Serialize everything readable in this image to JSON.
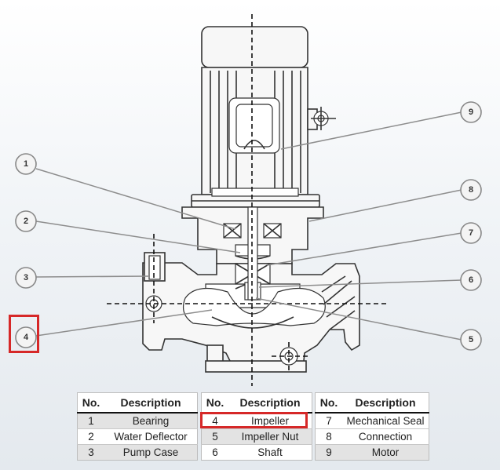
{
  "callouts": [
    {
      "number": "1"
    },
    {
      "number": "2"
    },
    {
      "number": "3"
    },
    {
      "number": "4"
    },
    {
      "number": "5"
    },
    {
      "number": "6"
    },
    {
      "number": "7"
    },
    {
      "number": "8"
    },
    {
      "number": "9"
    }
  ],
  "tables": [
    {
      "header_no": "No.",
      "header_desc": "Description",
      "rows": [
        {
          "no": "1",
          "desc": "Bearing"
        },
        {
          "no": "2",
          "desc": "Water Deflector"
        },
        {
          "no": "3",
          "desc": "Pump Case"
        }
      ]
    },
    {
      "header_no": "No.",
      "header_desc": "Description",
      "rows": [
        {
          "no": "4",
          "desc": "Impeller"
        },
        {
          "no": "5",
          "desc": "Impeller Nut"
        },
        {
          "no": "6",
          "desc": "Shaft"
        }
      ]
    },
    {
      "header_no": "No.",
      "header_desc": "Description",
      "rows": [
        {
          "no": "7",
          "desc": "Mechanical Seal"
        },
        {
          "no": "8",
          "desc": "Connection"
        },
        {
          "no": "9",
          "desc": "Motor"
        }
      ]
    }
  ],
  "colors": {
    "highlight": "#d62828",
    "leader": "#8d8d8d",
    "callout_fill": "#f4f4f4"
  }
}
